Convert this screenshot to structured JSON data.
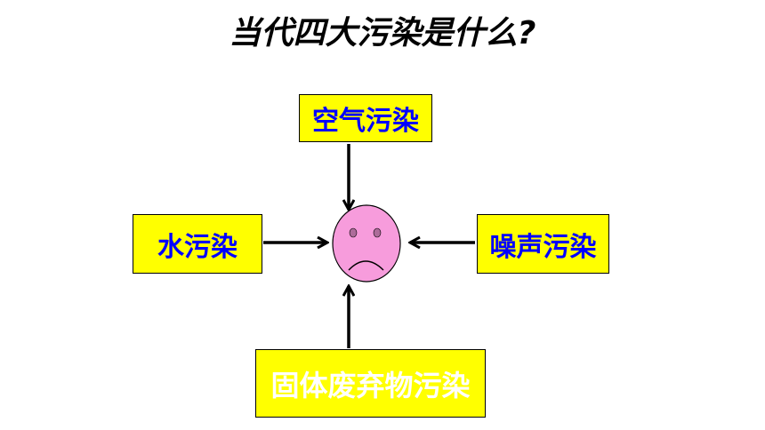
{
  "title": "当代四大污染是什么?",
  "colors": {
    "box_fill": "#ffff00",
    "label_blue": "#0000ff",
    "label_white": "#ffffff",
    "face_fill": "#f79cdc",
    "arrow": "#000000"
  },
  "nodes": {
    "air": {
      "label": "空气污染",
      "text_color": "#0000ff"
    },
    "water": {
      "label": "水污染",
      "text_color": "#0000ff"
    },
    "noise": {
      "label": "噪声污染",
      "text_color": "#0000ff"
    },
    "solid": {
      "label": "固体废弃物污染",
      "text_color": "#ffffff"
    }
  },
  "center": {
    "icon": "sad-face-icon"
  },
  "edges": [
    {
      "from": "air",
      "to": "center"
    },
    {
      "from": "water",
      "to": "center"
    },
    {
      "from": "noise",
      "to": "center"
    },
    {
      "from": "solid",
      "to": "center"
    }
  ]
}
